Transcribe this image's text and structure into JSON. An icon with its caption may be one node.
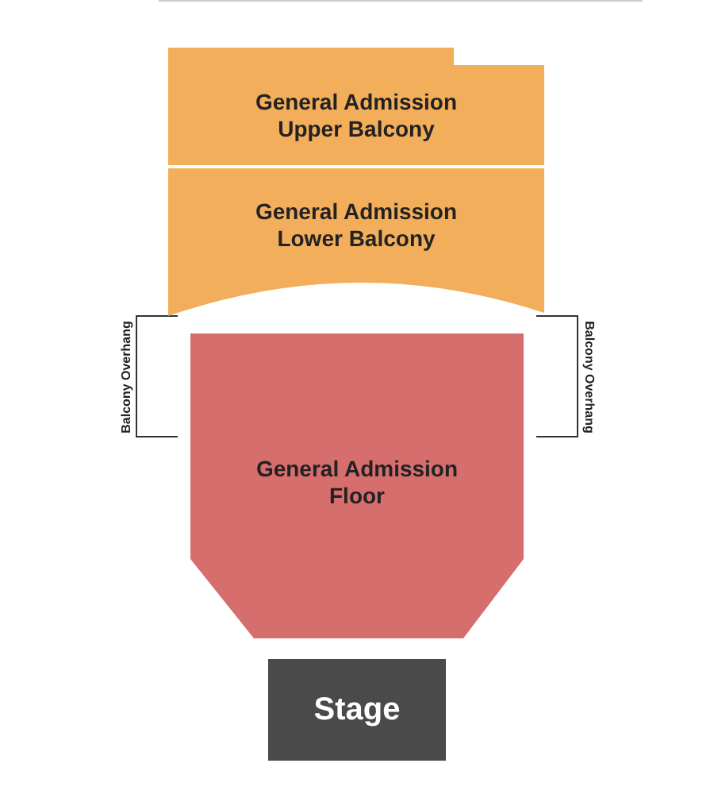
{
  "diagram": {
    "nodes": [
      {
        "text": [
          "General Admission Upper Balcony"
        ]
      },
      {
        "text": [
          "General Admission Lower Balcony"
        ]
      },
      {
        "text": [
          "General Admission Floor"
        ]
      },
      {
        "text": [
          "Stage"
        ]
      }
    ],
    "labels": [
      "Balcony Overhang",
      "Balcony Overhang"
    ]
  }
}
